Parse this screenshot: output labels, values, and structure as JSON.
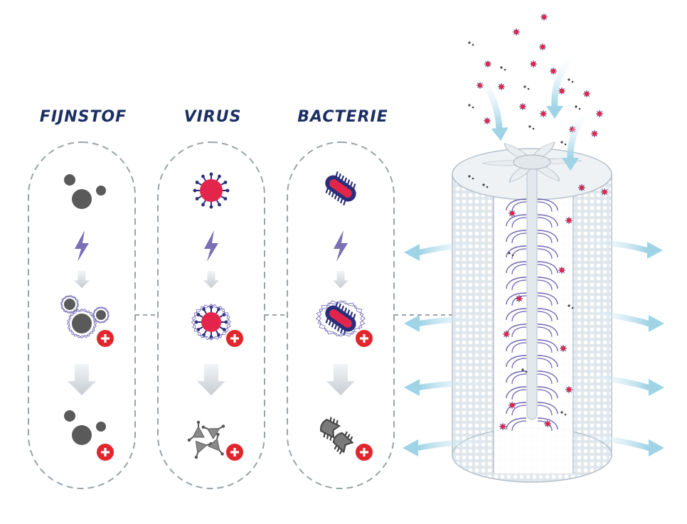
{
  "columns": [
    {
      "title": "FIJNSTOF",
      "particle": "dust-particles"
    },
    {
      "title": "VIRUS",
      "particle": "virus"
    },
    {
      "title": "BACTERIE",
      "particle": "bacterium"
    }
  ],
  "icons": {
    "charge": "lightning-bolt-icon",
    "positive": "plus-icon",
    "step": "down-arrow-icon",
    "air_out": "double-arrow-icon"
  },
  "colors": {
    "title": "#1b2f63",
    "dashed_outline": "#9aa3a8",
    "lightning": "#7b6fb5",
    "virus": "#e4254b",
    "virus_spike": "#2b2f7a",
    "bacterium_body": "#e4254b",
    "bacterium_outline": "#2b2f7a",
    "dust": "#5a5a5a",
    "plus_badge": "#e3262d",
    "air_arrow": "#9fd3e6",
    "filter_mesh": "#c8d3dc",
    "plasma_coil": "#6a62b0"
  }
}
